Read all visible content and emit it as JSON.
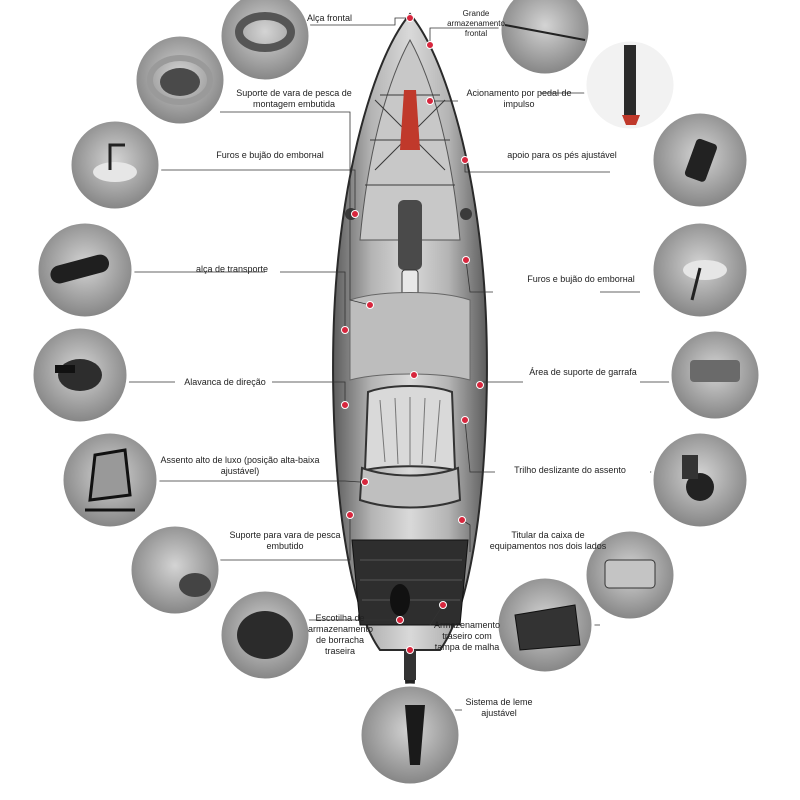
{
  "labels": {
    "front_handle": "Alça frontal",
    "front_storage": "Grande armazenamento frontal",
    "flush_rod_holder": "Suporte de vara de pesca de montagem embutida",
    "pedal_drive": "Acionamento por pedal de impulso",
    "scupper_left": "Furos e bujão do emborнal",
    "footrest": "apoio para os pés ajustável",
    "carry_handle": "alça de transporte",
    "scupper_right": "Furos e bujão do emborнal",
    "steering_lever": "Alavanca de direção",
    "bottle_holder": "Área de suporte de garrafa",
    "deluxe_seat": "Assento alto de luxo (posição alta-baixa ajustável)",
    "seat_rail": "Trilho deslizante do assento",
    "rear_rod_holder": "Suporte para vara de pesca embutido",
    "tackle_holder": "Titular da caixa de equipamentos nos dois lados",
    "rear_hatch": "Escotilha de armazenamento de borracha traseira",
    "rear_storage": "Armazenamento traseiro com tampa de malha",
    "rudder": "Sistema de leme ajustável"
  },
  "icons": [
    "handle-closeup-icon",
    "storage-bungee-closeup-icon",
    "rod-holder-closeup-icon",
    "pedal-drive-closeup-icon",
    "scupper-plug-closeup-icon",
    "footrest-closeup-icon",
    "carry-handle-closeup-icon",
    "scupper-plug-closeup-icon",
    "steering-lever-closeup-icon",
    "bottle-holder-closeup-icon",
    "seat-closeup-icon",
    "seat-rail-closeup-icon",
    "rod-holder-closeup-icon",
    "tackle-box-closeup-icon",
    "hatch-cover-closeup-icon",
    "mesh-storage-closeup-icon",
    "rudder-closeup-icon"
  ],
  "colors": {
    "callout_dot": "#d7263d",
    "leader_line": "#333333",
    "hull": "#8a8a8a"
  }
}
